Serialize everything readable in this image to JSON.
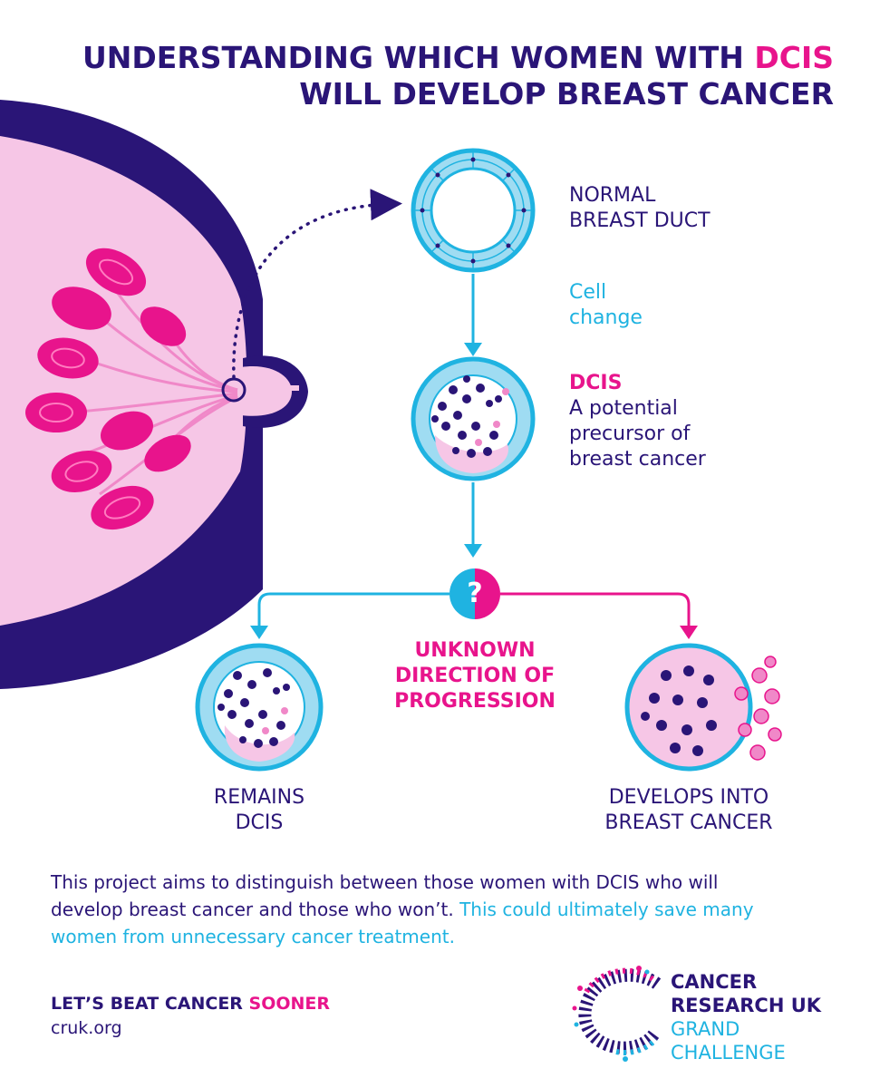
{
  "title": {
    "line1_prefix": "UNDERSTANDING WHICH WOMEN WITH ",
    "line1_highlight": "DCIS",
    "line2": "WILL DEVELOP BREAST CANCER"
  },
  "steps": {
    "normal": {
      "line1": "NORMAL",
      "line2": "BREAST DUCT"
    },
    "change": {
      "line1": "Cell",
      "line2": "change"
    },
    "dcis": {
      "heading": "DCIS",
      "line1": "A potential",
      "line2": "precursor of",
      "line3": "breast cancer"
    },
    "question": "?",
    "unknown": {
      "line1": "UNKNOWN",
      "line2": "DIRECTION OF",
      "line3": "PROGRESSION"
    },
    "remains": {
      "line1": "REMAINS",
      "line2": "DCIS"
    },
    "develops": {
      "line1": "DEVELOPS INTO",
      "line2": "BREAST CANCER"
    }
  },
  "summary": {
    "part1": "This project aims to distinguish between those women with DCIS who will develop breast cancer and those who won’t.",
    "part2": " This could ultimately save many women from unnecessary cancer treatment."
  },
  "footer": {
    "slogan_prefix": "LET’S BEAT CANCER ",
    "slogan_highlight": "SOONER",
    "url": "cruk.org"
  },
  "logo": {
    "line1": "CANCER",
    "line2": "RESEARCH UK",
    "line3": "GRAND",
    "line4": "CHALLENGE"
  },
  "colors": {
    "navy": "#2a1577",
    "pink": "#e8148c",
    "cyan": "#1fb3e1",
    "light_pink": "#f6c6e6",
    "light_blue": "#9fdcf2"
  }
}
